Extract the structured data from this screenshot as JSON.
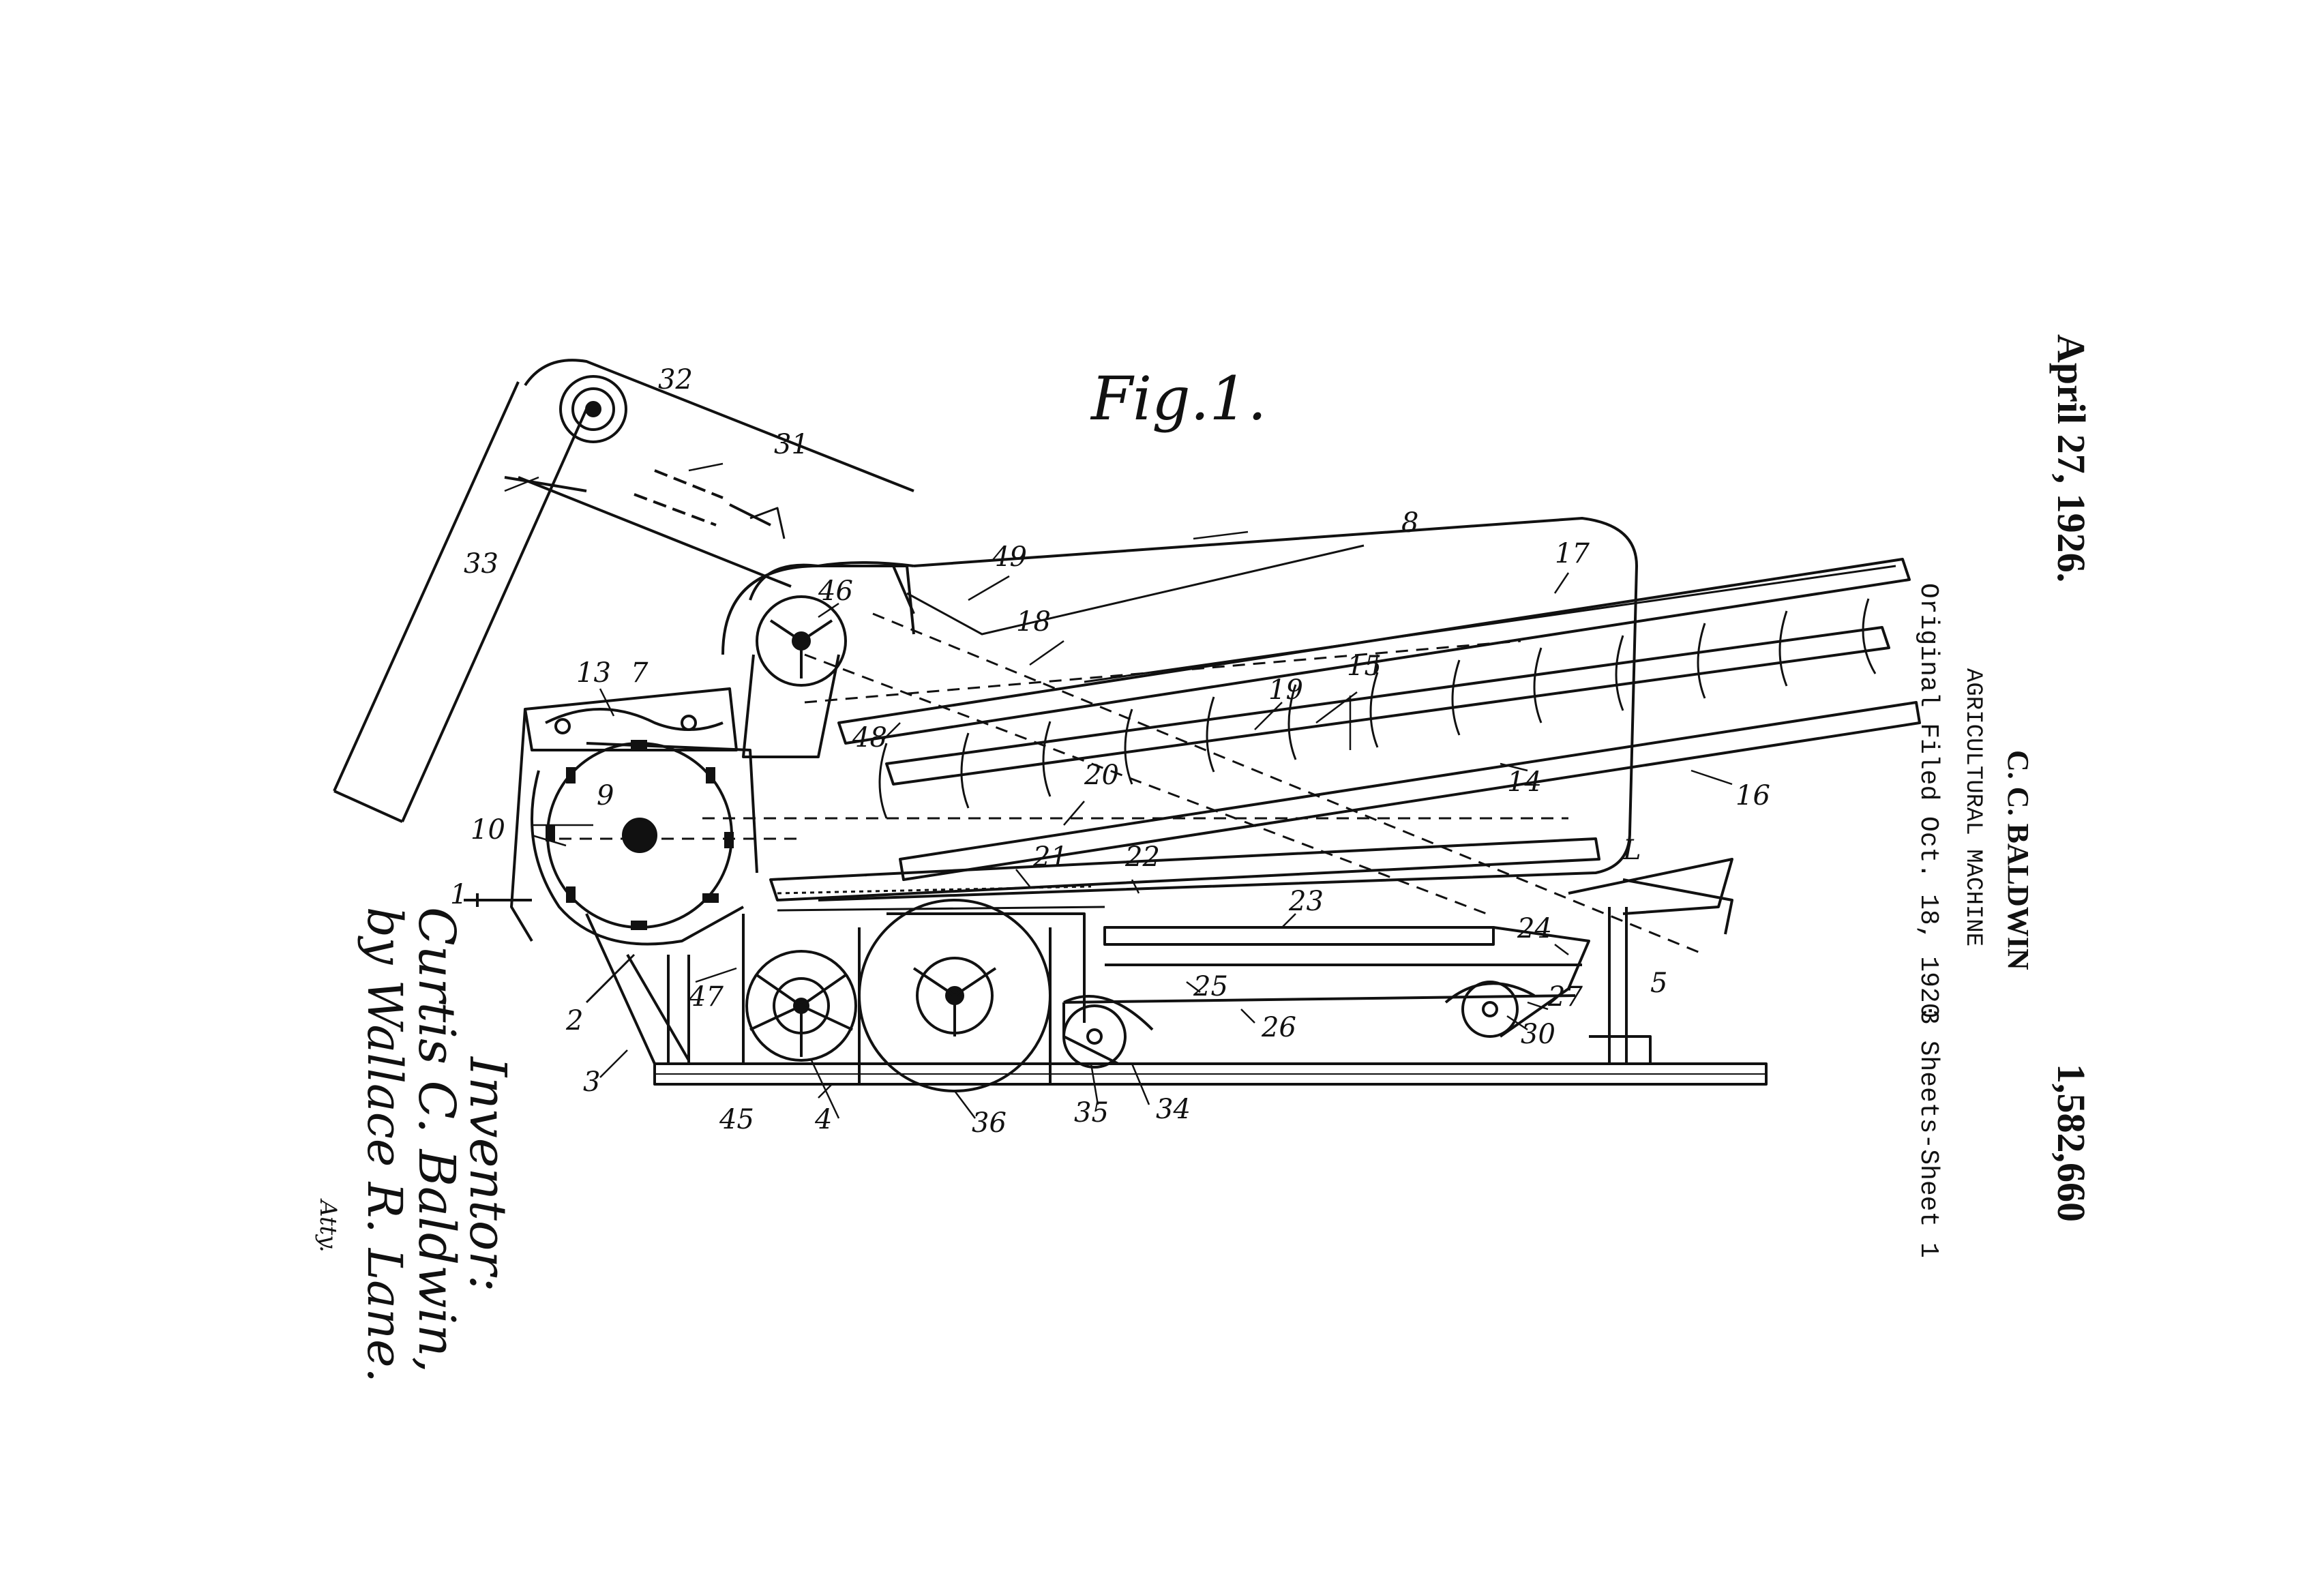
{
  "header": {
    "date": "April 27, 1926.",
    "inventor_name": "C. C. BALDWIN",
    "patent_number": "1,582,660",
    "title": "AGRICULTURAL MACHINE",
    "filed": "Original Filed Oct. 18, 1920",
    "sheets": "3 Sheets-Sheet 1"
  },
  "figure": {
    "label": "Fig.1.",
    "reference_numerals": [
      "1",
      "2",
      "3",
      "4",
      "5",
      "7",
      "8",
      "9",
      "10",
      "13",
      "14",
      "15",
      "16",
      "17",
      "18",
      "19",
      "20",
      "21",
      "22",
      "23",
      "24",
      "25",
      "26",
      "27",
      "30",
      "31",
      "32",
      "33",
      "34",
      "35",
      "36",
      "45",
      "46",
      "47",
      "48",
      "49",
      "L"
    ]
  },
  "signature": {
    "role": "Inventor:",
    "name": "Curtis C. Baldwin,",
    "attorney": "by Wallace R. Lane.",
    "attorney_suffix": "Atty."
  }
}
